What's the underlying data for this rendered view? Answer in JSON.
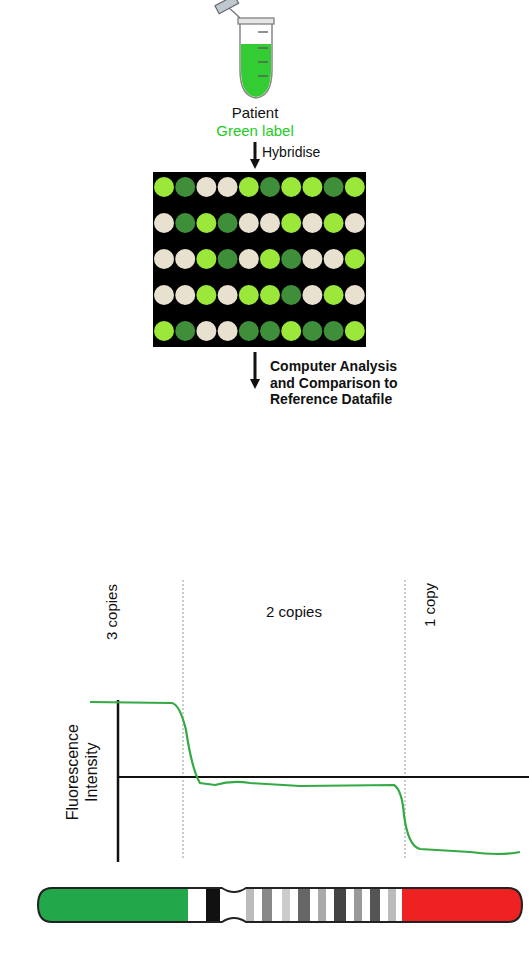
{
  "diagram": {
    "labels": [
      "Patient",
      "Green label",
      "Hybridise",
      "Computer Analysis and Comparison to Reference Datafile",
      "3 copies",
      "2 copies",
      "1 copy",
      "Fluorescence Intensity"
    ]
  }
}
